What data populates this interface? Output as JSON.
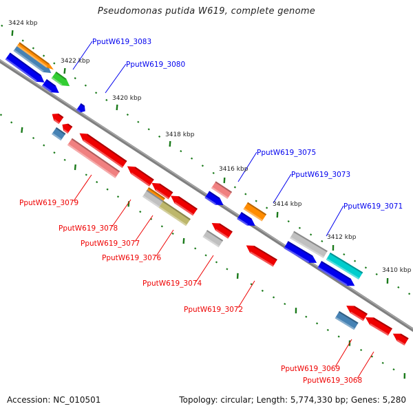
{
  "title": "Pseudomonas putida W619, complete genome",
  "footer": {
    "accession": "Accession: NC_010501",
    "summary": "Topology: circular; Length: 5,774,330 bp; Genes: 5,280"
  },
  "colors": {
    "forward_label": "#0000ee",
    "reverse_label": "#ee0000",
    "backbone": "#808080",
    "tick": "#1a7a1a"
  },
  "axis": {
    "unit": "kbp",
    "major_ticks": [
      {
        "kbp": 3424,
        "label": "3424 kbp"
      },
      {
        "kbp": 3422,
        "label": "3422 kbp"
      },
      {
        "kbp": 3420,
        "label": "3420 kbp"
      },
      {
        "kbp": 3418,
        "label": "3418 kbp"
      },
      {
        "kbp": 3416,
        "label": "3416 kbp"
      },
      {
        "kbp": 3414,
        "label": "3414 kbp"
      },
      {
        "kbp": 3412,
        "label": "3412 kbp"
      },
      {
        "kbp": 3410,
        "label": "3410 kbp"
      }
    ]
  },
  "features": [
    {
      "start": 3423.7,
      "end": 3422.3,
      "strand": "+",
      "lane": "fwd1",
      "color": "#0000ee"
    },
    {
      "start": 3423.65,
      "end": 3422.3,
      "strand": "+",
      "lane": "fwd2",
      "color": "#4682b4"
    },
    {
      "start": 3423.65,
      "end": 3422.3,
      "strand": "+",
      "lane": "fwd3",
      "color": "#ff8c00"
    },
    {
      "start": 3422.2,
      "end": 3421.6,
      "strand": "+",
      "lane": "fwd2",
      "color": "#32cd32",
      "label": "PputW619_3083"
    },
    {
      "start": 3422.3,
      "end": 3421.75,
      "strand": "+",
      "lane": "fwd1",
      "color": "#0000ee"
    },
    {
      "start": 3421.0,
      "end": 3420.75,
      "strand": "+",
      "lane": "fwd1",
      "color": "#0000ee",
      "label": "PputW619_3080"
    },
    {
      "start": 3421.55,
      "end": 3421.2,
      "strand": "-",
      "lane": "rev1",
      "color": "#ee0000"
    },
    {
      "start": 3421.1,
      "end": 3420.8,
      "strand": "-",
      "lane": "rev1b",
      "color": "#ee0000"
    },
    {
      "start": 3421.2,
      "end": 3420.85,
      "strand": "none",
      "lane": "rev2b",
      "color": "#4682b4"
    },
    {
      "start": 3420.5,
      "end": 3418.8,
      "strand": "-",
      "lane": "rev1",
      "color": "#ee0000"
    },
    {
      "start": 3420.6,
      "end": 3418.8,
      "strand": "none",
      "lane": "rev2",
      "color": "#f08080",
      "label": "PputW619_3079"
    },
    {
      "start": 3418.7,
      "end": 3417.8,
      "strand": "-",
      "lane": "rev1",
      "color": "#ee0000",
      "label": "PputW619_3078"
    },
    {
      "start": 3417.8,
      "end": 3417.1,
      "strand": "-",
      "lane": "rev1",
      "color": "#ee0000"
    },
    {
      "start": 3417.1,
      "end": 3416.2,
      "strand": "-",
      "lane": "rev1",
      "color": "#ee0000"
    },
    {
      "start": 3417.8,
      "end": 3417.2,
      "strand": "none",
      "lane": "rev2a",
      "color": "#ff8c00"
    },
    {
      "start": 3417.8,
      "end": 3417.2,
      "strand": "none",
      "lane": "rev2",
      "color": "#c0c0c0",
      "label": "PputW619_3077"
    },
    {
      "start": 3417.2,
      "end": 3416.2,
      "strand": "none",
      "lane": "rev2",
      "color": "#bdb76b",
      "label": "PputW619_3076"
    },
    {
      "start": 3416.2,
      "end": 3415.6,
      "strand": "none",
      "lane": "fwd2",
      "color": "#f08080",
      "label": "PputW619_3075"
    },
    {
      "start": 3416.2,
      "end": 3415.6,
      "strand": "+",
      "lane": "fwd1",
      "color": "#0000ee"
    },
    {
      "start": 3415.0,
      "end": 3414.3,
      "strand": "none",
      "lane": "fwd2",
      "color": "#ff8c00",
      "label": "PputW619_3073"
    },
    {
      "start": 3415.0,
      "end": 3414.4,
      "strand": "+",
      "lane": "fwd1",
      "color": "#0000ee"
    },
    {
      "start": 3415.6,
      "end": 3414.9,
      "strand": "-",
      "lane": "rev1",
      "color": "#ee0000"
    },
    {
      "start": 3415.6,
      "end": 3415.0,
      "strand": "none",
      "lane": "rev2",
      "color": "#c0c0c0",
      "label": "PputW619_3074"
    },
    {
      "start": 3414.3,
      "end": 3413.3,
      "strand": "-",
      "lane": "rev1",
      "color": "#ee0000",
      "label": "PputW619_3072"
    },
    {
      "start": 3413.3,
      "end": 3412.1,
      "strand": "none",
      "lane": "fwd2",
      "color": "#c0c0c0",
      "label": "PputW619_3071"
    },
    {
      "start": 3413.3,
      "end": 3412.2,
      "strand": "+",
      "lane": "fwd1",
      "color": "#0000ee"
    },
    {
      "start": 3412.0,
      "end": 3410.8,
      "strand": "none",
      "lane": "fwd2",
      "color": "#00cdcd"
    },
    {
      "start": 3412.1,
      "end": 3410.8,
      "strand": "+",
      "lane": "fwd1",
      "color": "#0000ee"
    },
    {
      "start": 3410.7,
      "end": 3410.0,
      "strand": "-",
      "lane": "rev1",
      "color": "#ee0000"
    },
    {
      "start": 3410.8,
      "end": 3410.1,
      "strand": "none",
      "lane": "rev2",
      "color": "#4682b4",
      "label": "PputW619_3069"
    },
    {
      "start": 3410.0,
      "end": 3409.1,
      "strand": "-",
      "lane": "rev1",
      "color": "#ee0000",
      "label": "PputW619_3068"
    },
    {
      "start": 3409.0,
      "end": 3408.5,
      "strand": "-",
      "lane": "rev1",
      "color": "#ee0000"
    }
  ],
  "labels": {
    "forward": [
      "PputW619_3083",
      "PputW619_3080",
      "PputW619_3075",
      "PputW619_3073",
      "PputW619_3071"
    ],
    "reverse": [
      "PputW619_3079",
      "PputW619_3078",
      "PputW619_3077",
      "PputW619_3076",
      "PputW619_3074",
      "PputW619_3072",
      "PputW619_3069",
      "PputW619_3068"
    ]
  }
}
